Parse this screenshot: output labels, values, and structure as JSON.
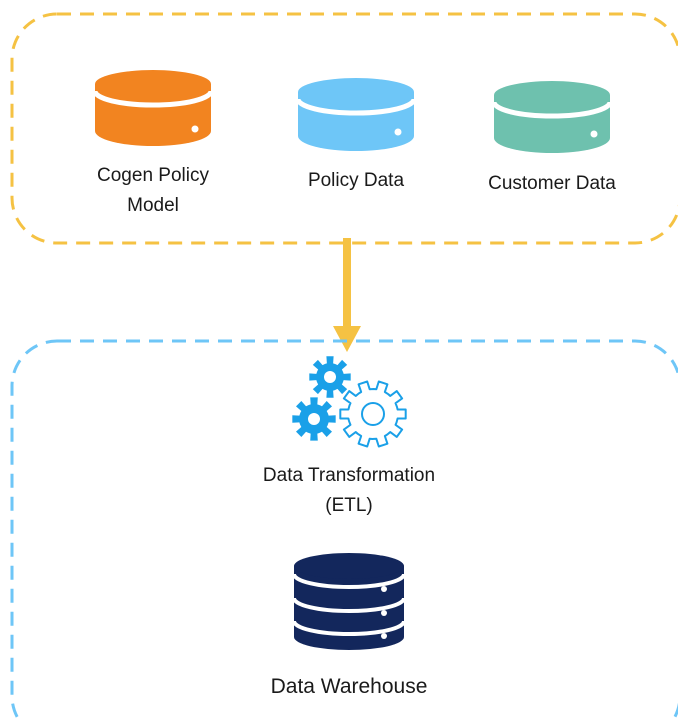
{
  "sources_group": {
    "border_color": "#F5C243",
    "items": [
      {
        "label_lines": [
          "Cogen Policy",
          "Model"
        ],
        "color": "#F28420",
        "icon": "database-cylinder-icon"
      },
      {
        "label_lines": [
          "Policy Data"
        ],
        "color": "#6EC6F7",
        "icon": "database-cylinder-icon"
      },
      {
        "label_lines": [
          "Customer Data"
        ],
        "color": "#6EC1AE",
        "icon": "database-cylinder-icon"
      }
    ]
  },
  "flow_arrow": {
    "color": "#F5C243",
    "direction": "down"
  },
  "processing_group": {
    "border_color": "#6EC6F7",
    "transform": {
      "label_lines": [
        "Data Transformation",
        "(ETL)"
      ],
      "icon": "gears-icon",
      "color": "#1AA0E8"
    },
    "warehouse": {
      "label": "Data Warehouse",
      "icon": "database-stack-icon",
      "color": "#13275C"
    }
  }
}
